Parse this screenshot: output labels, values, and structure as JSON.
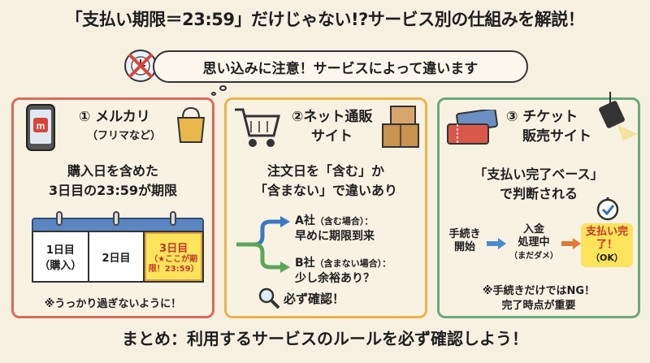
{
  "title": "「支払い期限＝23:59」だけじゃない!?サービス別の仕組みを解説！",
  "bubble": "思い込みに注意！サービスによって違います",
  "panels": {
    "mercari": {
      "heading": "① メルカリ",
      "subheading": "（フリマなど）",
      "lead_1": "購入日を含めた",
      "lead_2": "3日目の23:59が期限",
      "calendar": [
        {
          "day": "1日目",
          "note": "（購入）"
        },
        {
          "day": "2日目",
          "note": ""
        },
        {
          "day": "3日目",
          "note": "（★ここが期限！23:59）"
        }
      ],
      "note": "※うっかり過ぎないように！"
    },
    "ec": {
      "heading_1": "②ネット通販",
      "heading_2": "サイト",
      "lead_1": "注文日を「含む」か",
      "lead_2": "「含まない」で違いあり",
      "case_a_title": "A社",
      "case_a_paren": "（含む場合）：",
      "case_a_body": "早めに期限到来",
      "case_b_title": "B社",
      "case_b_paren": "（含まない場合）：",
      "case_b_body": "少し余裕あり？",
      "check": "必ず確認！"
    },
    "ticket": {
      "heading_1": "③ チケット",
      "heading_2": "販売サイト",
      "lead_1": "「支払い完了ベース」",
      "lead_2": "で判断される",
      "step_1": "手続き開始",
      "step_2a": "入金",
      "step_2b": "処理中",
      "step_2c": "（まだダメ）",
      "step_3": "支払い完了！",
      "step_3_ok": "（OK）",
      "note_1": "※手続きだけではNG！",
      "note_2": "完了時点が重要"
    }
  },
  "summary": "まとめ：利用するサービスのルールを必ず確認しよう！",
  "colors": {
    "red": "#d96a5e",
    "yellow": "#e9b448",
    "green": "#6aa97a",
    "highlight": "#fbe35c"
  }
}
